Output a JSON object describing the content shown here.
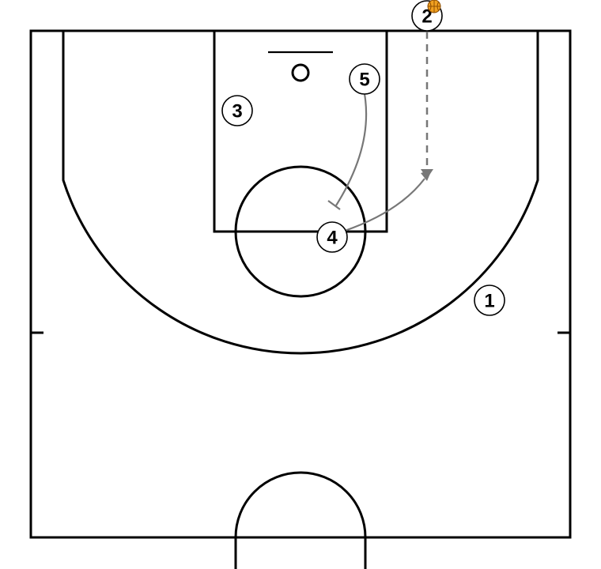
{
  "players": [
    {
      "id": "p1",
      "label": "1"
    },
    {
      "id": "p2",
      "label": "2"
    },
    {
      "id": "p3",
      "label": "3"
    },
    {
      "id": "p4",
      "label": "4"
    },
    {
      "id": "p5",
      "label": "5"
    }
  ],
  "ball_holder": "2",
  "actions": [
    {
      "type": "dribble",
      "player": "2",
      "style": "dashed-arrow"
    },
    {
      "type": "cut",
      "player": "4",
      "style": "solid-arrow"
    },
    {
      "type": "screen",
      "player": "5",
      "style": "t-end"
    }
  ],
  "colors": {
    "court_lines": "#000000",
    "action_lines": "#777777",
    "ball": "#f0a020",
    "ball_seams": "#8a4a00"
  },
  "icons": {
    "ball": "basketball-icon"
  }
}
